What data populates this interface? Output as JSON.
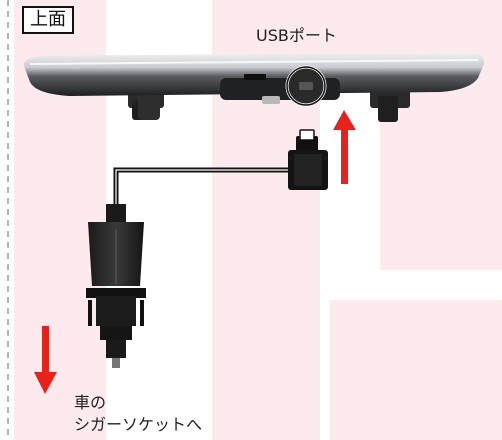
{
  "labels": {
    "top_view": "上面",
    "usb_port": "USBポート",
    "socket_line1": "車の",
    "socket_line2": "シガーソケットへ"
  },
  "colors": {
    "watermark": "#fdeaec",
    "arrow": "#e8211d",
    "device_body": "#2b2b2b",
    "device_silver": "#c9ccd0",
    "cable": "#111111",
    "dashed_border": "#9a9a9a"
  }
}
